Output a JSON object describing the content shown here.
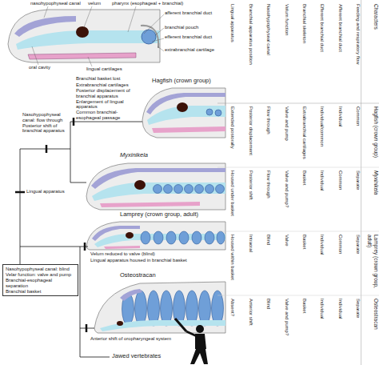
{
  "diagram": {
    "nodes": [
      {
        "text": [
          "Hagfish (crown group)"
        ]
      },
      {
        "text": [
          "Myxinikela"
        ]
      },
      {
        "text": [
          "Lamprey (crown group, adult)"
        ]
      },
      {
        "text": [
          "Osteostracan"
        ]
      },
      {
        "text": [
          "Nasohypophyseal canal: blind",
          "Velar function: valve and pump",
          "Branchial-esophageal separation",
          "Branchial basket"
        ]
      }
    ],
    "labels": [
      "nasohypophyseal canal",
      "velum",
      "pharynx (esophageal + branchial)",
      "afferent branchial duct",
      "branchial pouch",
      "efferent branchial duct",
      "extrabranchial cartilage",
      "oral cavity",
      "lingual cartilages",
      "Branchial basket lost",
      "Extrabranchial cartilages",
      "Posterior displacement of branchial apparatus",
      "Enlargement of lingual apparatus",
      "Common branchial-esophageal passage",
      "Nasohypophyseal canal: flow through",
      "Posterior shift of branchial apparatus",
      "Lingual apparatus",
      "Velum reduced to valve (blind)",
      "Lingual apparatus housed in branchial basket",
      "Anterior shift of oropharyngeal system",
      "Jawed vertebrates",
      "Characters",
      "Hagfish (crown group)",
      "Myxinikela",
      "Lamprey (crown group, adult)",
      "Osteostracan",
      "Feeding and respiratory flow",
      "Common",
      "Separate",
      "Separate",
      "Separate",
      "Afferent branchial duct",
      "Individual",
      "Common",
      "Common",
      "Individual",
      "Efferent branchial duct",
      "Individual/common",
      "Individual",
      "Individual",
      "Individual",
      "Branchial skeleton",
      "Extrabranchial cartilages",
      "Basket",
      "Basket",
      "Basket",
      "Velum function",
      "Valve and pump",
      "Valve and pump?",
      "Valve",
      "Valve and pump?",
      "Nasohypophyseal canal",
      "Flow through",
      "Flow through",
      "Blind",
      "Blind",
      "Branchial apparatus position",
      "Posterior displacement",
      "Posterior shift",
      "Intraoral",
      "Anterior shift",
      "Lingual apparatus",
      "Extended postorally",
      "Housed under basket",
      "Housed within basket",
      "Absent?"
    ]
  }
}
